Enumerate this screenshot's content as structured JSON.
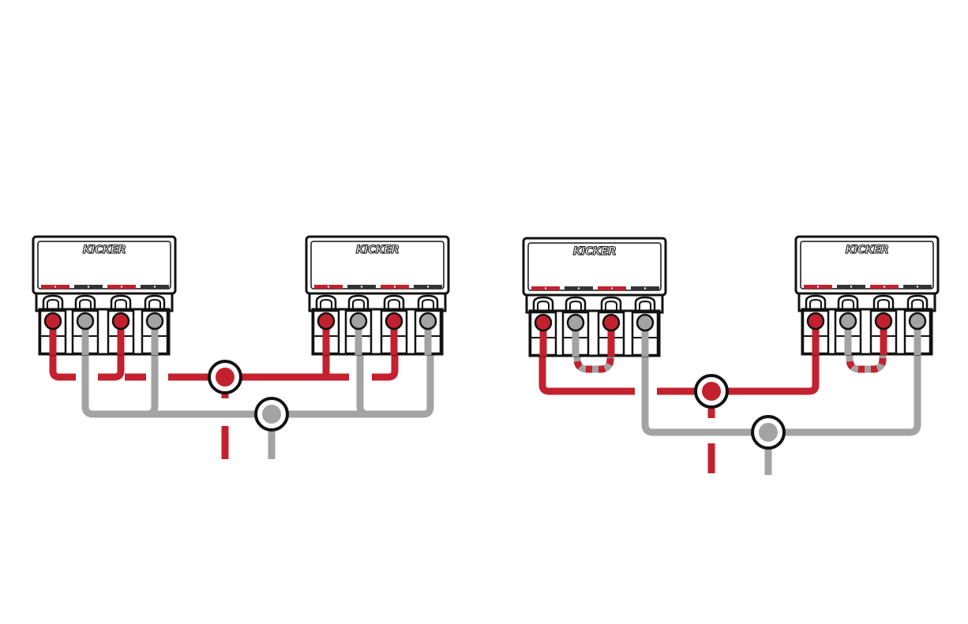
{
  "brand": "KICKER",
  "colors": {
    "positive": "#c4212f",
    "negative": "#a3a3a3",
    "outline": "#111111",
    "background": "#ffffff",
    "strip_dark": "#333333"
  },
  "diagrams": [
    {
      "name": "left",
      "jumpers": false,
      "terminals": [
        "positive",
        "negative",
        "positive",
        "negative"
      ]
    },
    {
      "name": "right",
      "jumpers": true,
      "terminals": [
        "positive",
        "negative",
        "positive",
        "negative"
      ]
    }
  ]
}
